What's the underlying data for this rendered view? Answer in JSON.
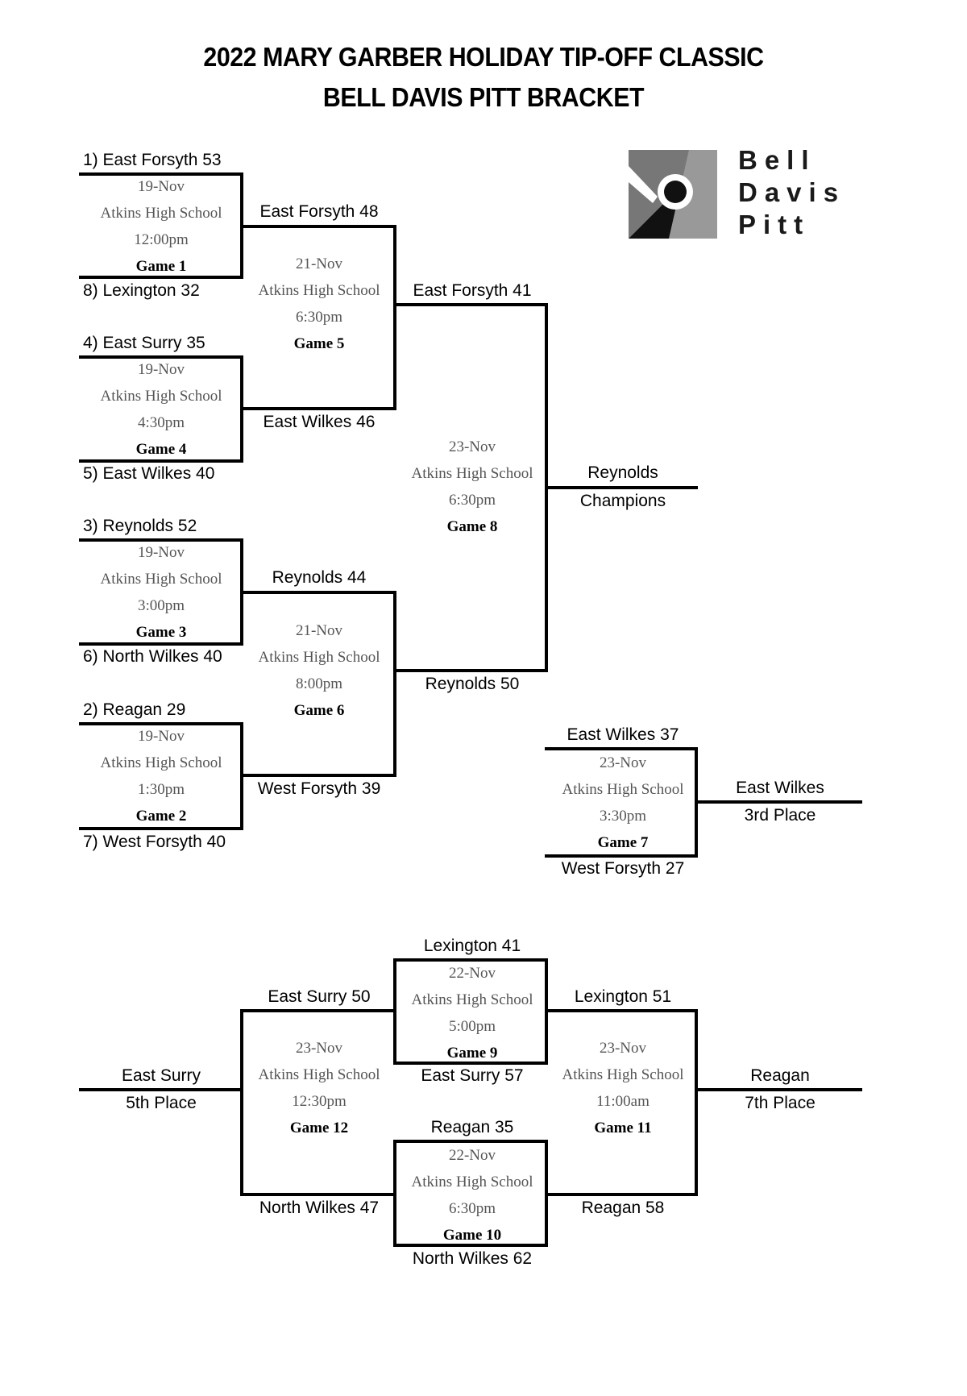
{
  "title_line1": "2022 MARY GARBER HOLIDAY TIP-OFF CLASSIC",
  "title_line2": "BELL DAVIS PITT BRACKET",
  "logo": {
    "line1": "Bell",
    "line2": "Davis",
    "line3": "Pitt"
  },
  "labels": {
    "seed1": "1)  East Forsyth  53",
    "seed8": "8)  Lexington  32",
    "seed4": "4)  East Surry  35",
    "seed5": "5)  East Wilkes  40",
    "seed3": "3)  Reynolds  52",
    "seed6": "6)  North Wilkes  40",
    "seed2": "2)  Reagan  29",
    "seed7": "7)  West Forsyth  40",
    "g5_top": "East Forsyth  48",
    "g5_bot": "East Wilkes  46",
    "g6_top": "Reynolds  44",
    "g6_bot": "West Forsyth  39",
    "g8_top": "East Forsyth  41",
    "g8_bot": "Reynolds  50",
    "champ_name": "Reynolds",
    "champ_title": "Champions",
    "g7_top": "East Wilkes  37",
    "g7_bot": "West Forsyth  27",
    "third_name": "East Wilkes",
    "third_title": "3rd Place",
    "g9_top": "Lexington  41",
    "g9_bot": "East Surry  57",
    "g10_top": "Reagan  35",
    "g10_bot": "North Wilkes  62",
    "g12_top": "East Surry  50",
    "g12_bot": "North Wilkes  47",
    "g11_top": "Lexington  51",
    "g11_bot": "Reagan  58",
    "fifth_name": "East Surry",
    "fifth_title": "5th Place",
    "seventh_name": "Reagan",
    "seventh_title": "7th Place"
  },
  "games": {
    "g1": {
      "date": "19-Nov",
      "venue": "Atkins High School",
      "time": "12:00pm",
      "game": "Game 1"
    },
    "g4": {
      "date": "19-Nov",
      "venue": "Atkins High School",
      "time": "4:30pm",
      "game": "Game 4"
    },
    "g3": {
      "date": "19-Nov",
      "venue": "Atkins High School",
      "time": "3:00pm",
      "game": "Game 3"
    },
    "g2": {
      "date": "19-Nov",
      "venue": "Atkins High School",
      "time": "1:30pm",
      "game": "Game 2"
    },
    "g5": {
      "date": "21-Nov",
      "venue": "Atkins High School",
      "time": "6:30pm",
      "game": "Game 5"
    },
    "g6": {
      "date": "21-Nov",
      "venue": "Atkins High School",
      "time": "8:00pm",
      "game": "Game 6"
    },
    "g8": {
      "date": "23-Nov",
      "venue": "Atkins High School",
      "time": "6:30pm",
      "game": "Game 8"
    },
    "g7": {
      "date": "23-Nov",
      "venue": "Atkins High School",
      "time": "3:30pm",
      "game": "Game 7"
    },
    "g9": {
      "date": "22-Nov",
      "venue": "Atkins High School",
      "time": "5:00pm",
      "game": "Game 9"
    },
    "g10": {
      "date": "22-Nov",
      "venue": "Atkins High School",
      "time": "6:30pm",
      "game": "Game 10"
    },
    "g12": {
      "date": "23-Nov",
      "venue": "Atkins High School",
      "time": "12:30pm",
      "game": "Game 12"
    },
    "g11": {
      "date": "23-Nov",
      "venue": "Atkins High School",
      "time": "11:00am",
      "game": "Game 11"
    }
  }
}
